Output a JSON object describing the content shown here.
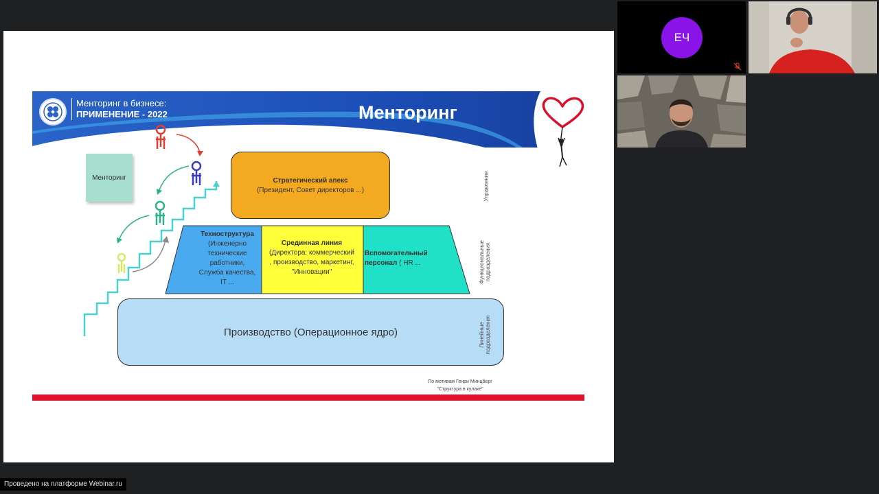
{
  "slide": {
    "banner_subtitle_line1": "Менторинг в бизнесе:",
    "banner_subtitle_line2": "ПРИМЕНЕНИЕ - 2022",
    "banner_title": "Менторинг",
    "sticky_note": "Менторинг",
    "apex": {
      "title": "Стратегический апекс",
      "subtitle": "(Президент, Совет директоров ...)"
    },
    "technostructure": {
      "title": "Техноструктура",
      "lines": [
        "(Инженерно",
        "технические",
        "работники,",
        "Служба качества,",
        "IT ..."
      ]
    },
    "middle_line": {
      "title": "Срединная линия",
      "lines": [
        "(Директора: коммерческий",
        ", производство, маркетинг,",
        "\"Инновации\""
      ]
    },
    "support": {
      "line1": "Вспомогательный",
      "line2": "персонал",
      "line2_rest": " ( HR  ..."
    },
    "operating_core": "Производство (Операционное ядро)",
    "side_labels": {
      "management": "Управление",
      "functional_line1": "Функциональные",
      "functional_line2": "подразделения",
      "linear_line1": "Линейные",
      "linear_line2": "подразделения"
    },
    "credit_line1": "По мотивам Генри Минцберг",
    "credit_line2": "\"Структура в кулаке\""
  },
  "participants": {
    "avatar_initials": "ЕЧ",
    "avatar_color": "#8a14e8"
  },
  "footer": {
    "platform_text": "Проведено на платформе Webinar.ru"
  },
  "colors": {
    "apex": "#f3a920",
    "technostructure": "#4aaaf0",
    "middle_line": "#ffff3a",
    "support": "#21e0c8",
    "operating_core": "#b7dcf6",
    "red_bar": "#e2102a",
    "banner_blue": "#1f5bc4"
  }
}
